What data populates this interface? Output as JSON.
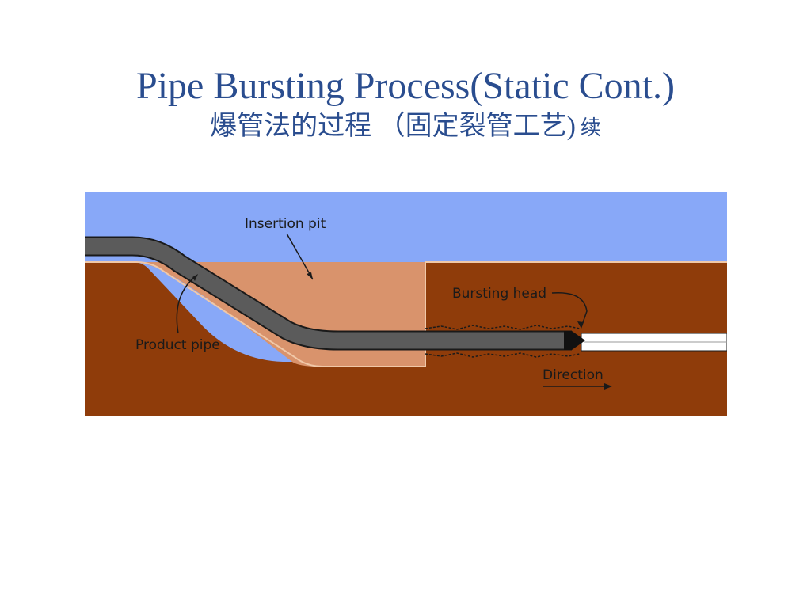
{
  "title": {
    "en": "Pipe Bursting Process(Static Cont.)",
    "zh": "爆管法的过程 （固定裂管工艺)",
    "zh_suffix": "续"
  },
  "diagram": {
    "labels": {
      "insertion_pit": "Insertion pit",
      "bursting_head": "Bursting head",
      "product_pipe": "Product pipe",
      "direction": "Direction"
    },
    "colors": {
      "sky": "#88a8f8",
      "soil": "#8f3c0a",
      "pit_fill": "#d9936c",
      "pipe": "#5b5b5b",
      "new_pipe": "#ffffff"
    }
  }
}
